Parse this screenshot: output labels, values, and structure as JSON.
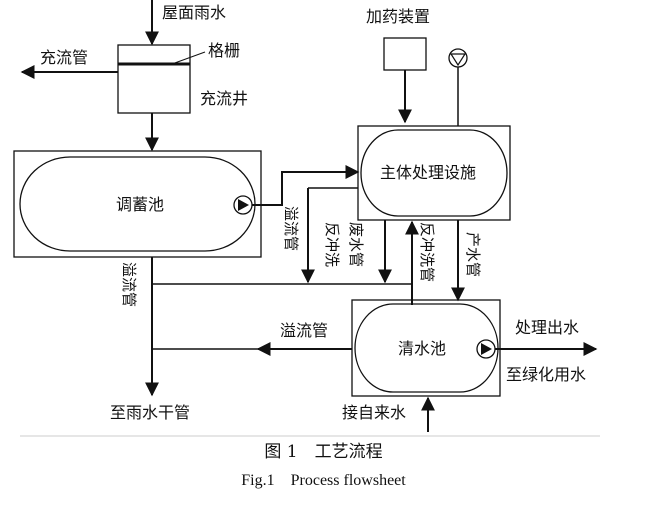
{
  "diagram": {
    "labels": {
      "roof_rain": "屋面雨水",
      "overflow_pipe_top": "充流管",
      "grille": "格栅",
      "inflow_well": "充流井",
      "dosing_device": "加药装置",
      "main_facility": "主体处理设施",
      "storage_tank": "调蓄池",
      "overflow_pipe_mid": "溢流管",
      "backwash_waste": "反冲洗废水管",
      "backwash_pipe": "反冲洗管",
      "product_pipe": "产水管",
      "overflow_pipe_left": "溢流管",
      "overflow_pipe_bottom": "溢流管",
      "clear_tank": "清水池",
      "treated_out": "处理出水",
      "to_green": "至绿化用水",
      "tap_water": "接自来水",
      "to_rain_main": "至雨水干管"
    },
    "icons": [
      "pump-icon",
      "flow-meter-icon"
    ]
  },
  "caption": {
    "cn": "图 1　工艺流程",
    "en": "Fig.1　Process flowsheet"
  }
}
